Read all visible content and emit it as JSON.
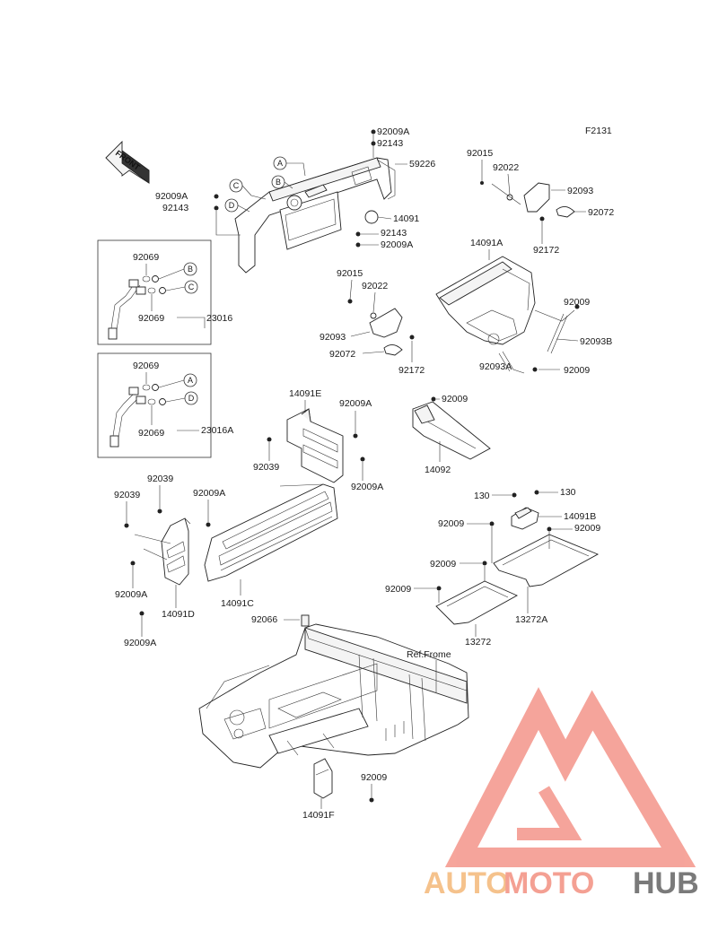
{
  "figure_code": "F2131",
  "front_label": "FRONT",
  "ref_frame_label": "Ref.Frome",
  "watermark": {
    "word_a": "AUTO",
    "word_b": "MOTO",
    "word_c": "HUB",
    "color_a": "#f5c28c",
    "color_b": "#f4a093",
    "color_c": "#7a7a7a",
    "logo_color": "#f4958a"
  },
  "labels": {
    "l_92009A_top": "92009A",
    "l_92143_top": "92143",
    "l_59226": "59226",
    "l_A_top": "A",
    "l_B_top": "B",
    "l_C_top": "C",
    "l_D_top": "D",
    "l_92009A_left": "92009A",
    "l_92143_left": "92143",
    "l_14091": "14091",
    "l_92143_mid": "92143",
    "l_92009A_mid": "92009A",
    "l_92015_r": "92015",
    "l_92022_r": "92022",
    "l_92093_r": "92093",
    "l_92072_r": "92072",
    "l_92172_r": "92172",
    "l_14091A": "14091A",
    "l_92015_c": "92015",
    "l_92022_c": "92022",
    "l_92093_c": "92093",
    "l_92072_c": "92072",
    "l_92172_c": "92172",
    "l_92009_a": "92009",
    "l_92093B": "92093B",
    "l_92093A": "92093A",
    "l_92009_b": "92009",
    "l_92069_1": "92069",
    "l_B_box": "B",
    "l_C_box": "C",
    "l_92069_2": "92069",
    "l_23016": "23016",
    "l_92069_3": "92069",
    "l_A_box": "A",
    "l_D_box": "D",
    "l_92069_4": "92069",
    "l_23016A": "23016A",
    "l_14091E": "14091E",
    "l_92009A_e": "92009A",
    "l_92039_e": "92039",
    "l_92009A_e2": "92009A",
    "l_92009_92": "92009",
    "l_14092": "14092",
    "l_92039_a": "92039",
    "l_92039_b": "92039",
    "l_92009A_c": "92009A",
    "l_92009A_d": "92009A",
    "l_14091D": "14091D",
    "l_92009A_d2": "92009A",
    "l_14091C": "14091C",
    "l_130_a": "130",
    "l_130_b": "130",
    "l_14091B": "14091B",
    "l_92009_c": "92009",
    "l_92009_d": "92009",
    "l_92009_e": "92009",
    "l_92009_f": "92009",
    "l_13272A": "13272A",
    "l_13272": "13272",
    "l_92066": "92066",
    "l_92009_g": "92009",
    "l_14091F": "14091F"
  }
}
